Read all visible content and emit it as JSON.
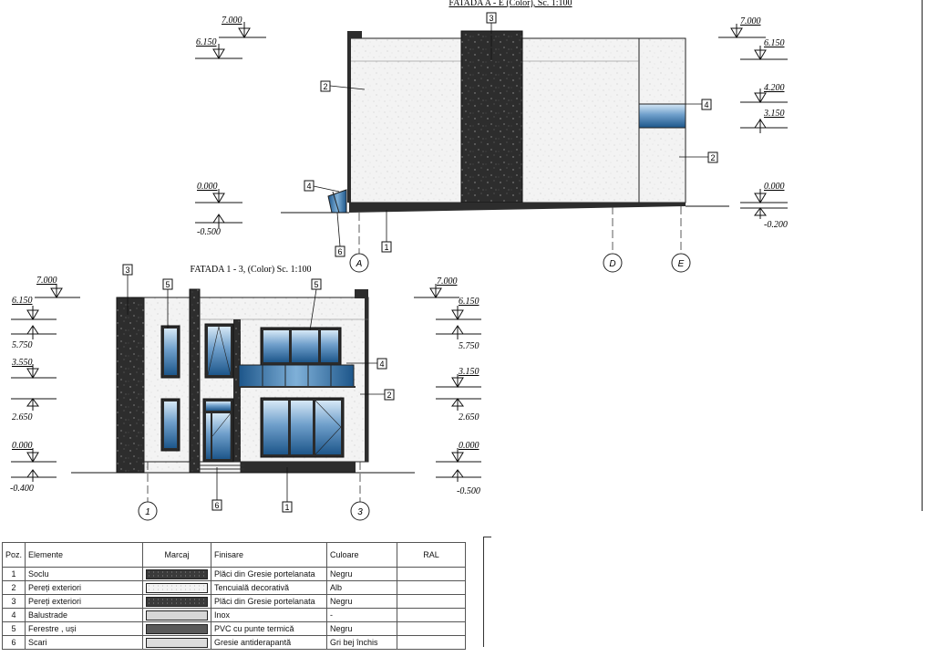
{
  "facade_top": {
    "title": "FATADA A - E (Color), Sc. 1:100",
    "levels_left": [
      {
        "label": "7.000",
        "dir": "down"
      },
      {
        "label": "6.150",
        "dir": "down"
      },
      {
        "label": "0.000",
        "dir": "down"
      },
      {
        "label": "-0.500",
        "dir": "up"
      }
    ],
    "levels_right": [
      {
        "label": "7.000",
        "dir": "down"
      },
      {
        "label": "6.150",
        "dir": "down"
      },
      {
        "label": "4.200",
        "dir": "down"
      },
      {
        "label": "3.150",
        "dir": "up"
      },
      {
        "label": "0.000",
        "dir": "down"
      },
      {
        "label": "-0.200",
        "dir": "up"
      }
    ],
    "tags": [
      "3",
      "2",
      "4",
      "2",
      "4",
      "6",
      "1"
    ],
    "axes": [
      "A",
      "D",
      "E"
    ]
  },
  "facade_bottom": {
    "title": "FATADA 1 - 3, (Color) Sc. 1:100",
    "levels_left": [
      {
        "label": "7.000",
        "dir": "down"
      },
      {
        "label": "6.150",
        "dir": "down"
      },
      {
        "label": "5.750",
        "dir": "up"
      },
      {
        "label": "3.550",
        "dir": "down"
      },
      {
        "label": "2.650",
        "dir": "up"
      },
      {
        "label": "0.000",
        "dir": "down"
      },
      {
        "label": "-0.400",
        "dir": "up"
      }
    ],
    "levels_right": [
      {
        "label": "7.000",
        "dir": "down"
      },
      {
        "label": "6.150",
        "dir": "down"
      },
      {
        "label": "5.750",
        "dir": "up"
      },
      {
        "label": "3.150",
        "dir": "down"
      },
      {
        "label": "2.650",
        "dir": "up"
      },
      {
        "label": "0.000",
        "dir": "down"
      },
      {
        "label": "-0.500",
        "dir": "up"
      }
    ],
    "tags": [
      "3",
      "5",
      "5",
      "4",
      "2",
      "6",
      "1"
    ],
    "axes": [
      "1",
      "3"
    ]
  },
  "legend": {
    "headers": [
      "Poz.",
      "Elemente",
      "Marcaj",
      "Finisare",
      "Culoare",
      "RAL"
    ],
    "rows": [
      {
        "poz": "1",
        "element": "Soclu",
        "swatch": "dark",
        "finish": "Plăci din Gresie portelanata",
        "color": "Negru",
        "ral": ""
      },
      {
        "poz": "2",
        "element": "Pereți exteriori",
        "swatch": "light",
        "finish": "Tencuială decorativă",
        "color": "Alb",
        "ral": ""
      },
      {
        "poz": "3",
        "element": "Pereți exteriori",
        "swatch": "dark",
        "finish": "Plăci din Gresie portelanata",
        "color": "Negru",
        "ral": ""
      },
      {
        "poz": "4",
        "element": "Balustrade",
        "swatch": "inox",
        "finish": "Inox",
        "color": "-",
        "ral": ""
      },
      {
        "poz": "5",
        "element": "Ferestre , uși",
        "swatch": "pvc",
        "finish": "PVC cu punte termică",
        "color": "Negru",
        "ral": ""
      },
      {
        "poz": "6",
        "element": "Scari",
        "swatch": "scari",
        "finish": "Gresie antiderapantă",
        "color": "Gri bej închis",
        "ral": ""
      }
    ]
  },
  "colors": {
    "stone_dark": "#2d2d2d",
    "plaster": "#f1f1f1",
    "glass_top": "#cfe3f3",
    "glass_bottom": "#1f5e93",
    "frame": "#333333",
    "line": "#111111"
  }
}
